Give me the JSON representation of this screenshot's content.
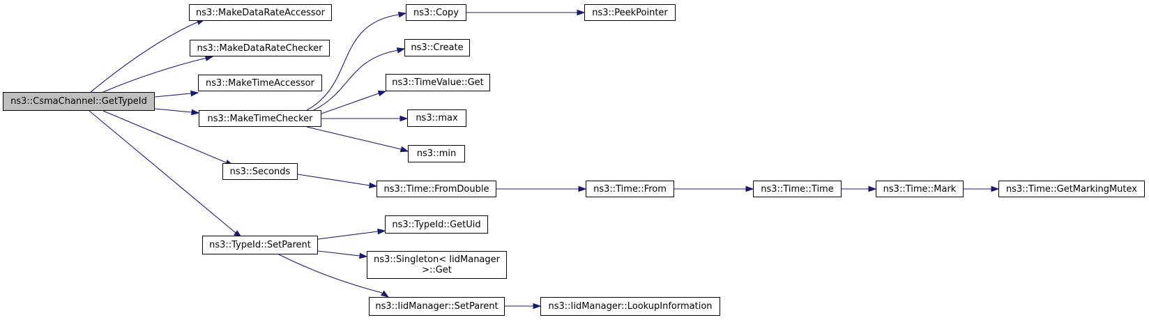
{
  "colors": {
    "edge": "#191970",
    "root_fill": "#bfbfbf",
    "node_fill": "#ffffff",
    "border": "#000000"
  },
  "nodes": {
    "root": {
      "label": "ns3::CsmaChannel::GetTypeId"
    },
    "make_data_rate_accessor": {
      "label": "ns3::MakeDataRateAccessor"
    },
    "make_data_rate_checker": {
      "label": "ns3::MakeDataRateChecker"
    },
    "make_time_accessor": {
      "label": "ns3::MakeTimeAccessor"
    },
    "make_time_checker": {
      "label": "ns3::MakeTimeChecker"
    },
    "seconds": {
      "label": "ns3::Seconds"
    },
    "typeid_set_parent": {
      "label": "ns3::TypeId::SetParent"
    },
    "copy": {
      "label": "ns3::Copy"
    },
    "peek_pointer": {
      "label": "ns3::PeekPointer"
    },
    "create": {
      "label": "ns3::Create"
    },
    "timevalue_get": {
      "label": "ns3::TimeValue::Get"
    },
    "max": {
      "label": "ns3::max"
    },
    "min": {
      "label": "ns3::min"
    },
    "time_from_double": {
      "label": "ns3::Time::FromDouble"
    },
    "time_from": {
      "label": "ns3::Time::From"
    },
    "time_time": {
      "label": "ns3::Time::Time"
    },
    "time_mark": {
      "label": "ns3::Time::Mark"
    },
    "time_get_marking_mutex": {
      "label": "ns3::Time::GetMarkingMutex"
    },
    "typeid_get_uid": {
      "label": "ns3::TypeId::GetUid"
    },
    "singleton_get": {
      "line1": "ns3::Singleton< IidManager",
      "line2": ">::Get"
    },
    "iidmanager_set_parent": {
      "label": "ns3::IidManager::SetParent"
    },
    "iidmanager_lookup_information": {
      "label": "ns3::IidManager::LookupInformation"
    }
  }
}
